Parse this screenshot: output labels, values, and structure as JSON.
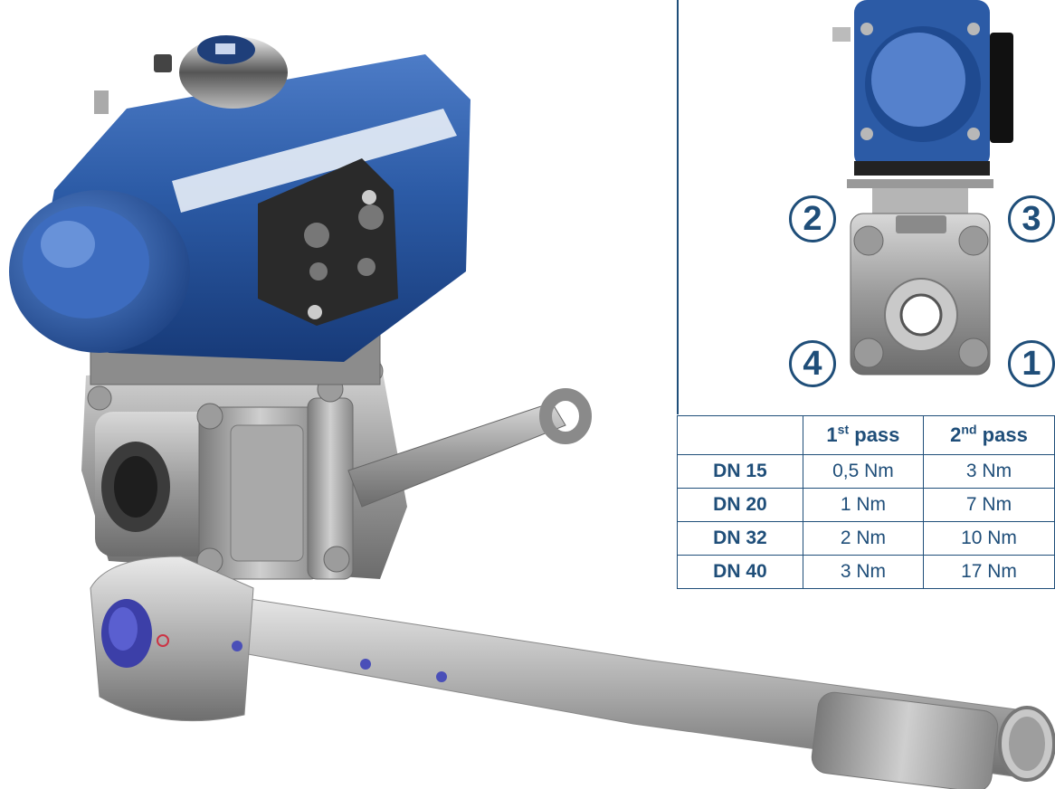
{
  "bolt_sequence": {
    "labels": [
      "1",
      "2",
      "3",
      "4"
    ]
  },
  "torque_table": {
    "headers": {
      "empty": "",
      "first_pass": {
        "num": "1",
        "sup": "st",
        "word": "pass"
      },
      "second_pass": {
        "num": "2",
        "sup": "nd",
        "word": "pass"
      }
    },
    "rows": [
      {
        "size": "DN 15",
        "first": "0,5 Nm",
        "second": "3 Nm"
      },
      {
        "size": "DN 20",
        "first": "1 Nm",
        "second": "7 Nm"
      },
      {
        "size": "DN 32",
        "first": "2 Nm",
        "second": "10 Nm"
      },
      {
        "size": "DN 40",
        "first": "3 Nm",
        "second": "17 Nm"
      }
    ]
  },
  "colors": {
    "accent": "#1f4e79",
    "actuator_blue": "#2f5fa8",
    "steel": "#9a9a9a"
  }
}
